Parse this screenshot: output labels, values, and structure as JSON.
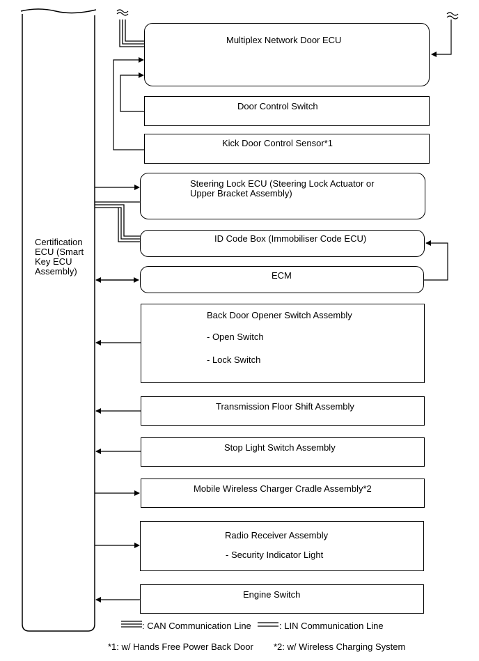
{
  "certification_ecu": {
    "label_lines": [
      "Certification",
      "ECU (Smart",
      "Key ECU",
      "Assembly)"
    ]
  },
  "boxes": {
    "multiplex": "Multiplex Network Door ECU",
    "door_control": "Door Control Switch",
    "kick_sensor": "Kick Door Control Sensor*1",
    "steering_lock_1": "Steering Lock ECU (Steering Lock Actuator or",
    "steering_lock_2": "Upper Bracket Assembly)",
    "id_code": "ID Code Box (Immobiliser Code ECU)",
    "ecm": "ECM",
    "back_door": "Back Door Opener Switch Assembly",
    "back_door_open": "- Open Switch",
    "back_door_lock": "- Lock Switch",
    "transmission": "Transmission Floor Shift Assembly",
    "stop_light": "Stop Light Switch Assembly",
    "mobile_charger": "Mobile Wireless Charger Cradle Assembly*2",
    "radio": "Radio Receiver Assembly",
    "radio_security": "- Security Indicator Light",
    "engine": "Engine Switch"
  },
  "legend": {
    "can": ": CAN Communication Line",
    "lin": ": LIN Communication Line"
  },
  "footnotes": {
    "n1": "*1: w/ Hands Free Power Back Door",
    "n2": "*2: w/ Wireless Charging System"
  }
}
